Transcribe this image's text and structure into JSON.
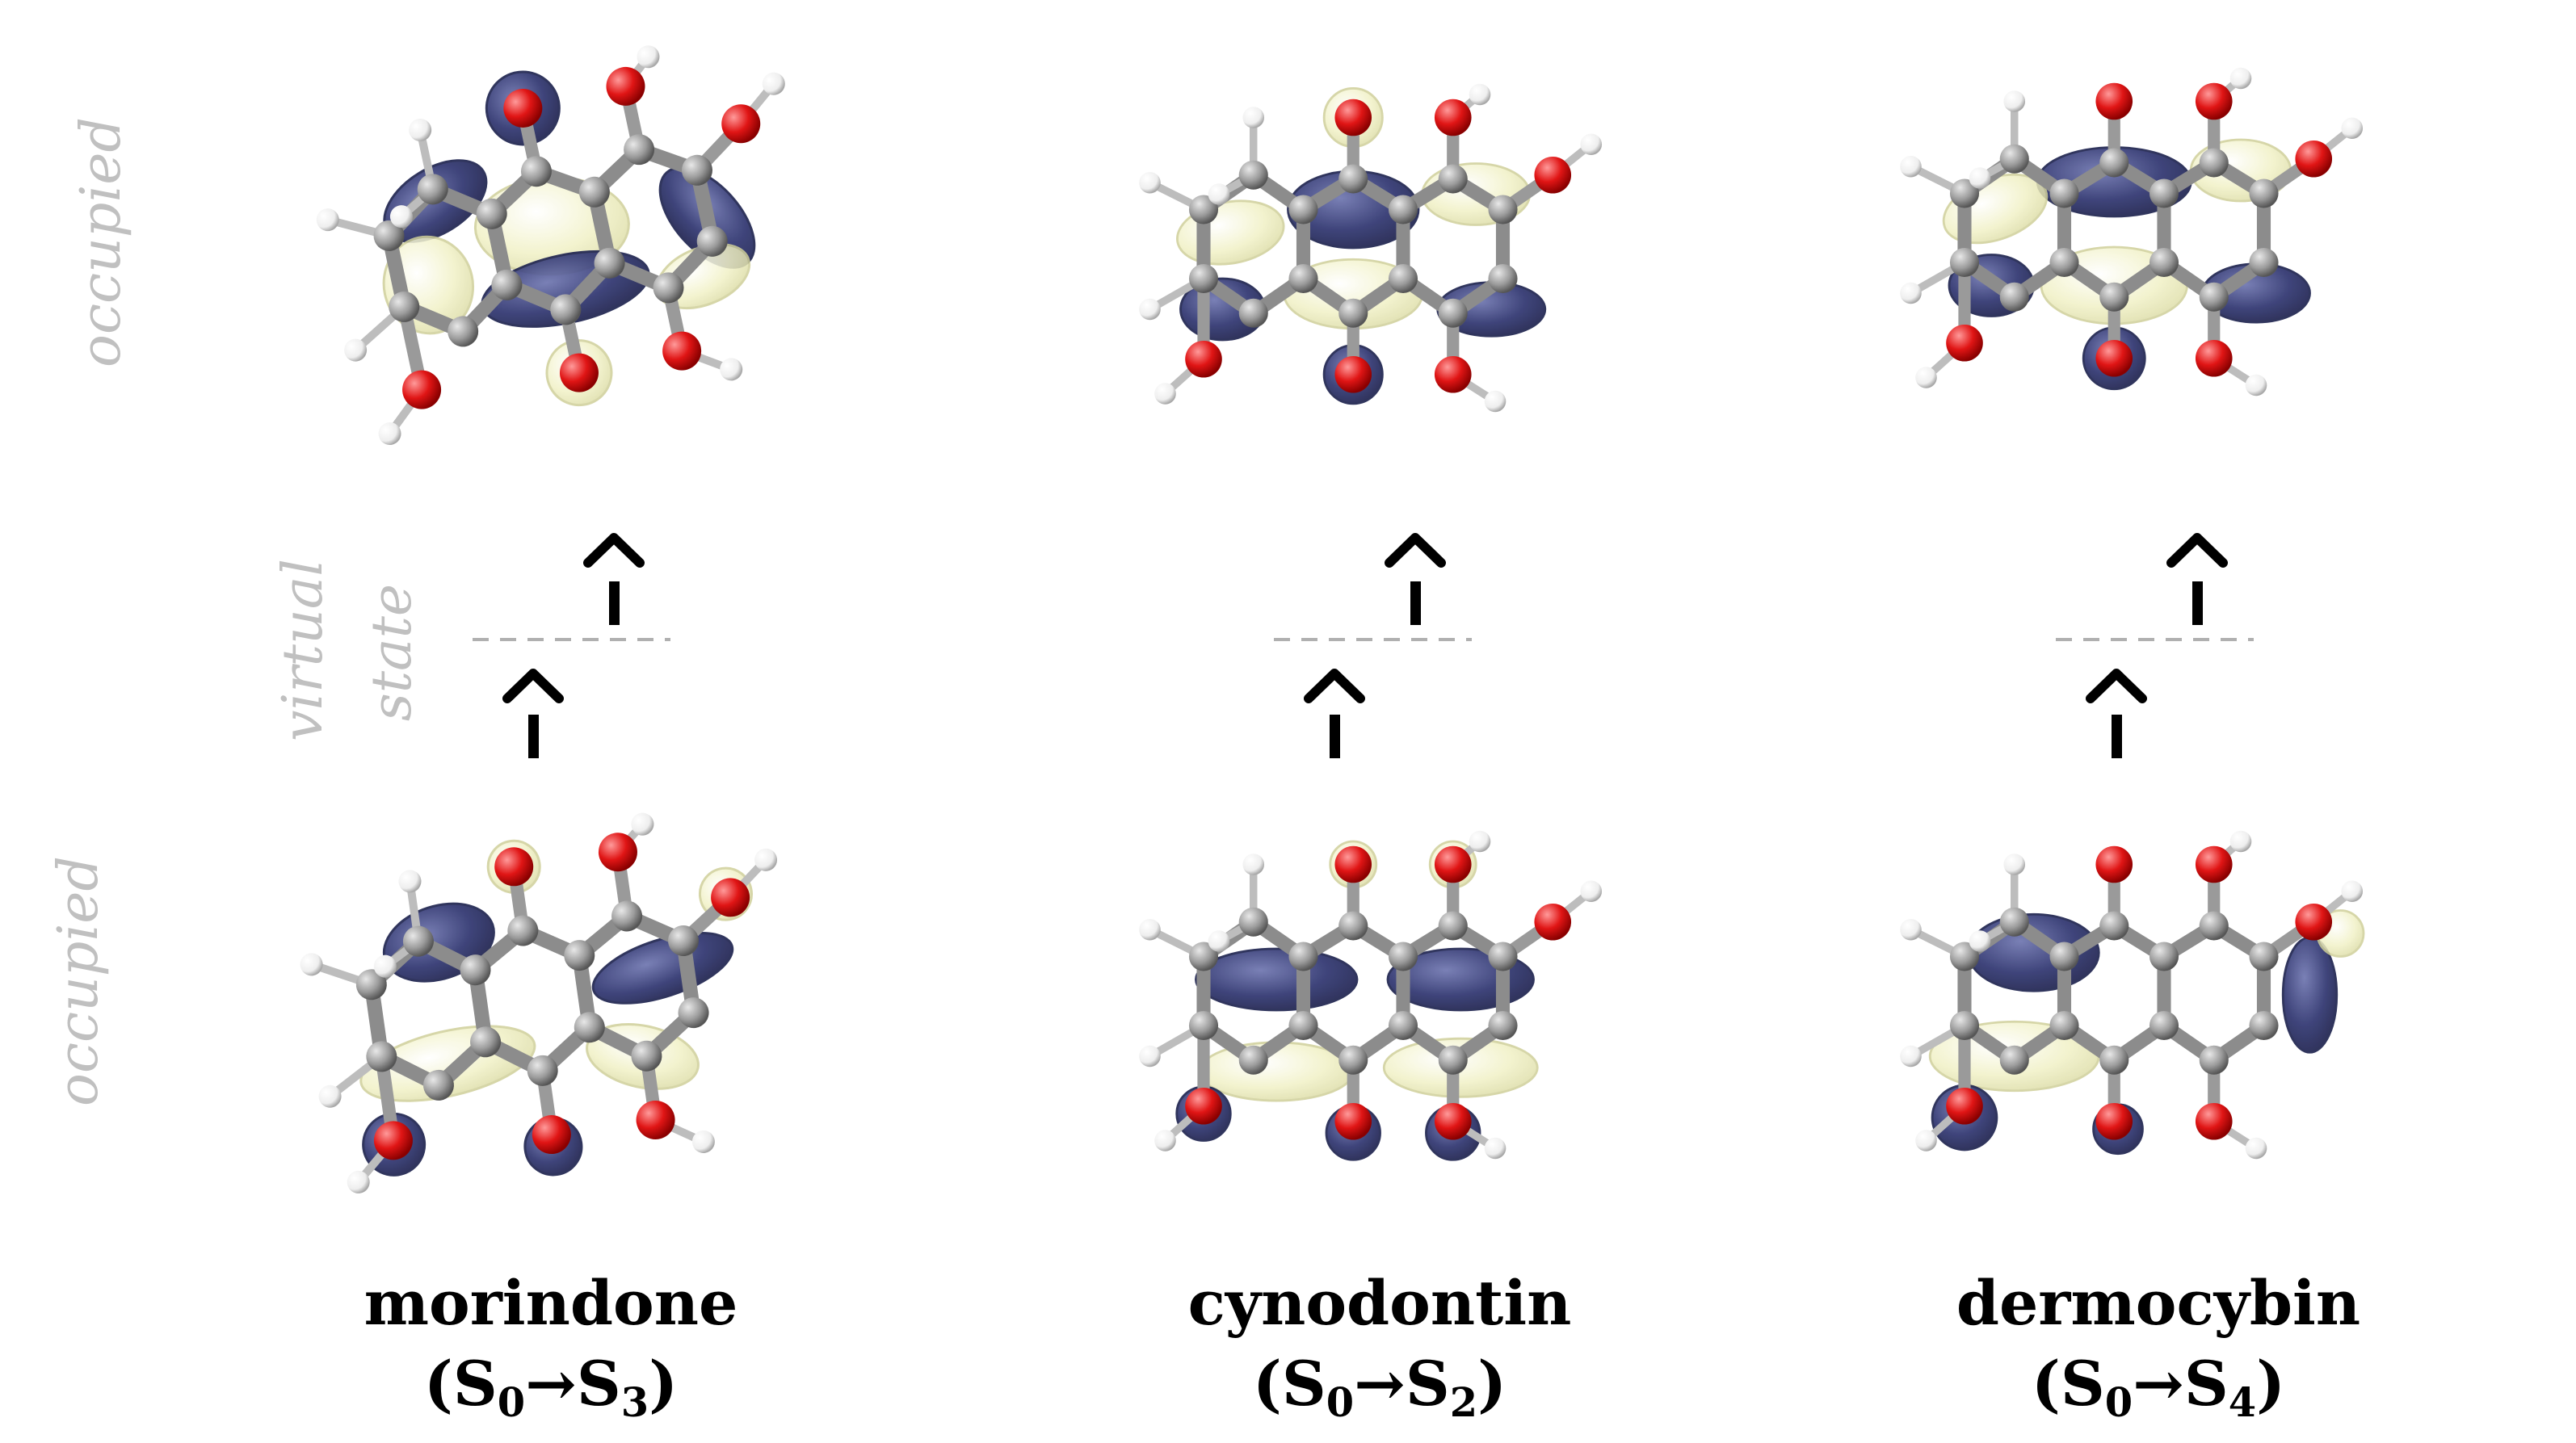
{
  "side_labels": {
    "top_occupied": "occupied",
    "virtual_line1": "virtual",
    "virtual_line2": "state",
    "bottom_occupied": "occupied"
  },
  "molecules": [
    {
      "name": "morindone",
      "transition": {
        "open": "(S",
        "from_sub": "0",
        "arrow": "→S",
        "to_sub": "3",
        "close": ")"
      }
    },
    {
      "name": "cynodontin",
      "transition": {
        "open": "(S",
        "from_sub": "0",
        "arrow": "→S",
        "to_sub": "2",
        "close": ")"
      }
    },
    {
      "name": "dermocybin",
      "transition": {
        "open": "(S",
        "from_sub": "0",
        "arrow": "→S",
        "to_sub": "4",
        "close": ")"
      }
    }
  ],
  "colors": {
    "lobe_dark": "#2f3570",
    "lobe_light": "#f2f2c8",
    "carbon": "#9a9a9a",
    "oxygen": "#e01515",
    "hydrogen": "#f4f4f4",
    "label_gray": "#c0c0c0",
    "dash": "#b0b0b0"
  }
}
